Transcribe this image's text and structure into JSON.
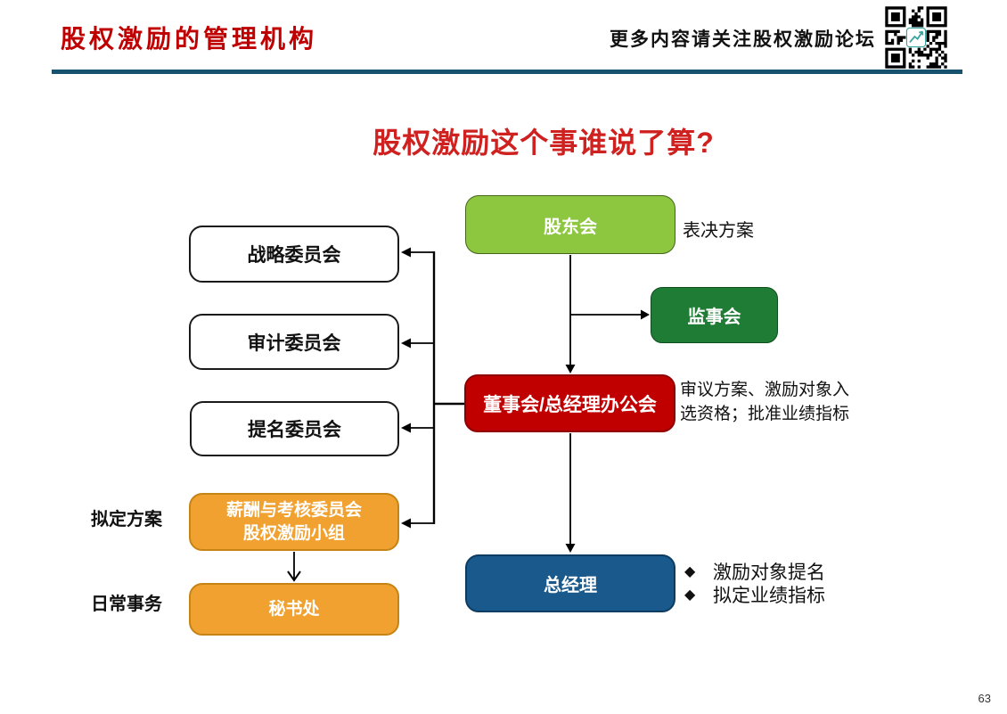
{
  "header": {
    "title": "股权激励的管理机构",
    "note": "更多内容请关注股权激励论坛"
  },
  "main": {
    "title": "股权激励这个事谁说了算?"
  },
  "diagram": {
    "nodes": {
      "shareholders": "股东会",
      "supervisors": "监事会",
      "board": "董事会/总经理办公会",
      "general_manager": "总经理",
      "strategy": "战略委员会",
      "audit": "审计委员会",
      "nomination": "提名委员会",
      "compensation_line1": "薪酬与考核委员会",
      "compensation_line2": "股权激励小组",
      "secretariat": "秘书处"
    },
    "side_labels": {
      "draft": "拟定方案",
      "daily": "日常事务"
    },
    "annotations": {
      "vote": "表决方案",
      "board_line1": "审议方案、激励对象入",
      "board_line2": "选资格；批准业绩指标"
    },
    "bullet_marker": "◆",
    "gm_bullets": [
      "激励对象提名",
      "拟定业绩指标"
    ]
  },
  "colors": {
    "title_red": "#C00000",
    "question_red": "#CE2120",
    "divider_blue": "#17536F",
    "green_light": "#8DC63F",
    "green_dark": "#1F7C35",
    "box_red": "#C00000",
    "box_blue": "#19598B",
    "box_orange": "#F0A12F"
  },
  "page": {
    "number": "63"
  }
}
